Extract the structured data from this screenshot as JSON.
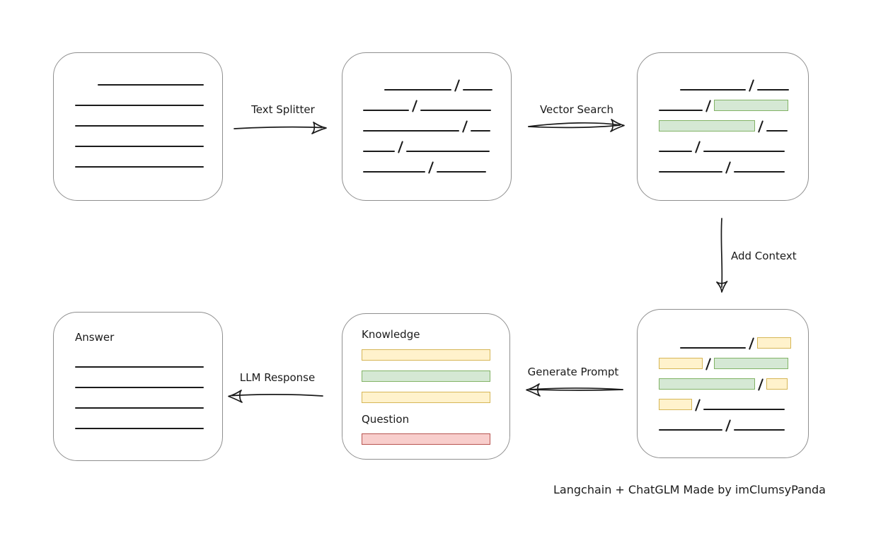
{
  "colors": {
    "line": "#1b1b1b",
    "text": "#1b1b1b",
    "box_border": "#8f8f8f",
    "green_fill": "#d5e8d4",
    "green_border": "#82b366",
    "yellow_fill": "#fff2cc",
    "yellow_border": "#d6b656",
    "red_fill": "#f8cecc",
    "red_border": "#b85450"
  },
  "arrows": {
    "text_splitter": {
      "label": "Text Splitter"
    },
    "vector_search": {
      "label": "Vector Search"
    },
    "add_context": {
      "label": "Add Context"
    },
    "generate_prompt": {
      "label": "Generate Prompt"
    },
    "llm_response": {
      "label": "LLM Response"
    }
  },
  "boxes": {
    "document": {
      "rows": [
        [
          {
            "t": "gap",
            "w": 32
          },
          {
            "t": "line",
            "w": 150
          }
        ],
        [
          {
            "t": "line",
            "w": 182
          }
        ],
        [
          {
            "t": "line",
            "w": 182
          }
        ],
        [
          {
            "t": "line",
            "w": 182
          }
        ],
        [
          {
            "t": "line",
            "w": 182
          }
        ]
      ]
    },
    "split_text": {
      "rows": [
        [
          {
            "t": "gap",
            "w": 30
          },
          {
            "t": "line",
            "w": 95
          },
          {
            "t": "slash"
          },
          {
            "t": "line",
            "w": 42
          }
        ],
        [
          {
            "t": "line",
            "w": 65
          },
          {
            "t": "slash"
          },
          {
            "t": "line",
            "w": 100
          }
        ],
        [
          {
            "t": "line",
            "w": 136
          },
          {
            "t": "slash"
          },
          {
            "t": "line",
            "w": 28
          }
        ],
        [
          {
            "t": "line",
            "w": 45
          },
          {
            "t": "slash"
          },
          {
            "t": "line",
            "w": 118
          }
        ],
        [
          {
            "t": "line",
            "w": 88
          },
          {
            "t": "slash"
          },
          {
            "t": "line",
            "w": 70
          }
        ]
      ]
    },
    "vector_matched": {
      "rows": [
        [
          {
            "t": "gap",
            "w": 30
          },
          {
            "t": "line",
            "w": 93
          },
          {
            "t": "slash"
          },
          {
            "t": "line",
            "w": 45
          }
        ],
        [
          {
            "t": "line",
            "w": 62
          },
          {
            "t": "slash"
          },
          {
            "t": "green",
            "w": 105
          }
        ],
        [
          {
            "t": "green",
            "w": 136
          },
          {
            "t": "slash"
          },
          {
            "t": "line",
            "w": 30
          }
        ],
        [
          {
            "t": "line",
            "w": 47
          },
          {
            "t": "slash"
          },
          {
            "t": "line",
            "w": 115
          }
        ],
        [
          {
            "t": "line",
            "w": 90
          },
          {
            "t": "slash"
          },
          {
            "t": "line",
            "w": 72
          }
        ]
      ]
    },
    "context_added": {
      "rows": [
        [
          {
            "t": "gap",
            "w": 30
          },
          {
            "t": "line",
            "w": 93
          },
          {
            "t": "slash"
          },
          {
            "t": "yellow",
            "w": 48
          }
        ],
        [
          {
            "t": "yellow",
            "w": 62
          },
          {
            "t": "slash"
          },
          {
            "t": "green",
            "w": 105
          }
        ],
        [
          {
            "t": "green",
            "w": 136
          },
          {
            "t": "slash"
          },
          {
            "t": "yellow",
            "w": 30
          }
        ],
        [
          {
            "t": "yellow",
            "w": 47
          },
          {
            "t": "slash"
          },
          {
            "t": "line",
            "w": 115
          }
        ],
        [
          {
            "t": "line",
            "w": 90
          },
          {
            "t": "slash"
          },
          {
            "t": "line",
            "w": 72
          }
        ]
      ]
    },
    "prompt": {
      "knowledge_label": "Knowledge",
      "question_label": "Question",
      "knowledge_rows": [
        [
          {
            "t": "yellow",
            "w": 183
          }
        ],
        [
          {
            "t": "green",
            "w": 183
          }
        ],
        [
          {
            "t": "yellow",
            "w": 183
          }
        ]
      ],
      "question_rows": [
        [
          {
            "t": "red",
            "w": 182
          }
        ]
      ]
    },
    "answer": {
      "label": "Answer",
      "rows": [
        [
          {
            "t": "line",
            "w": 182
          }
        ],
        [
          {
            "t": "line",
            "w": 182
          }
        ],
        [
          {
            "t": "line",
            "w": 182
          }
        ],
        [
          {
            "t": "line",
            "w": 182
          }
        ]
      ]
    }
  },
  "caption": "Langchain + ChatGLM Made by imClumsyPanda"
}
